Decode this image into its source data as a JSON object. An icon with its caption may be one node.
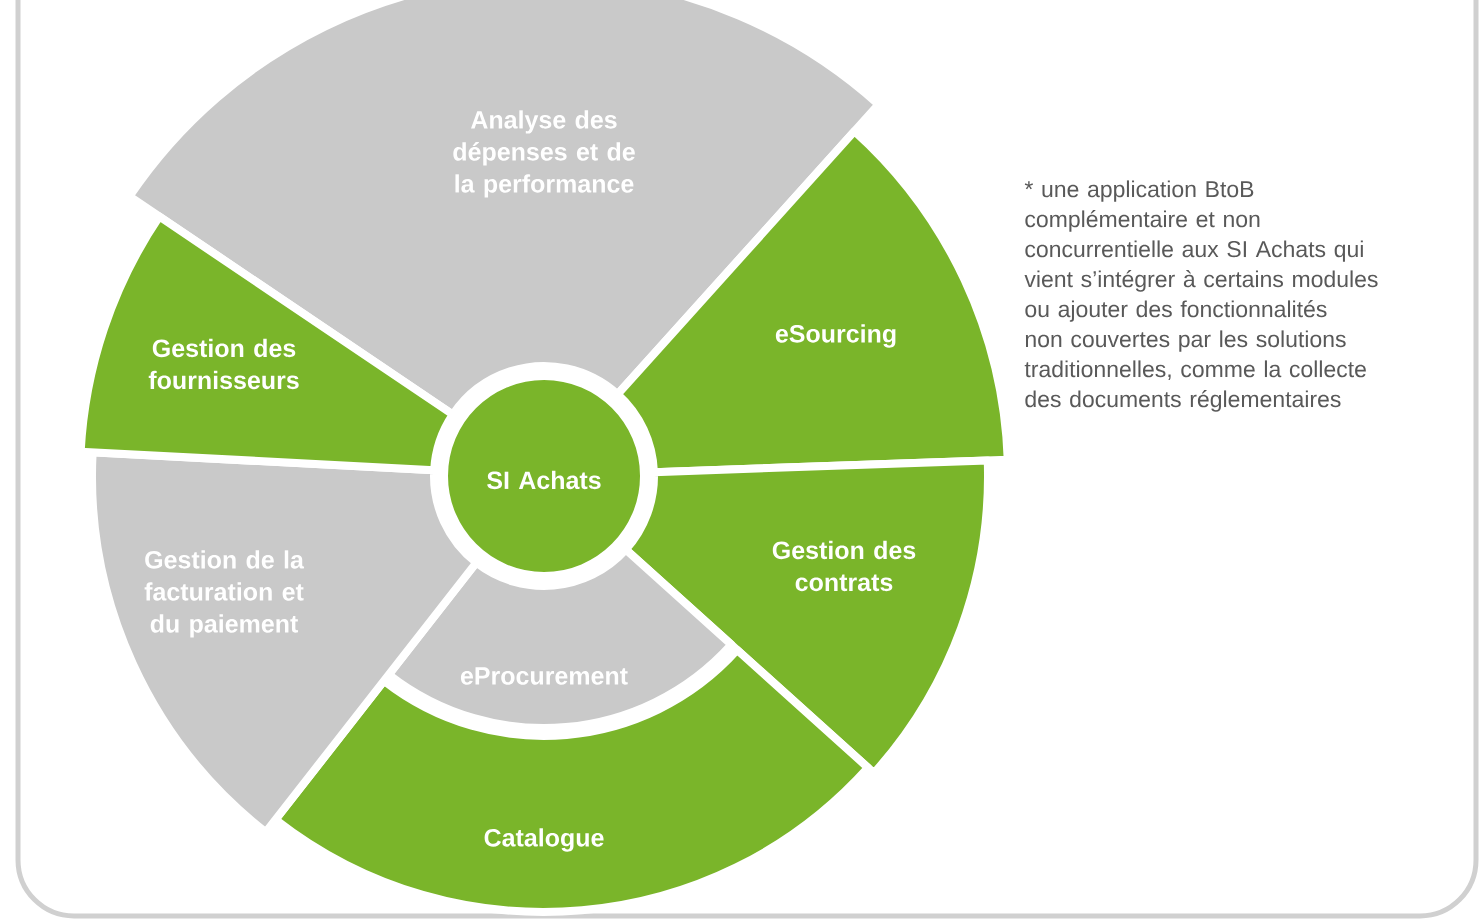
{
  "diagram": {
    "nodes": [
      {
        "text": [
          "SI Achats"
        ]
      },
      {
        "text": [
          "Analyse des dépenses et de la performance"
        ]
      },
      {
        "text": [
          "eSourcing"
        ]
      },
      {
        "text": [
          "Gestion des contrats"
        ]
      },
      {
        "text": [
          "eProcurement"
        ]
      },
      {
        "text": [
          "Catalogue"
        ]
      },
      {
        "text": [
          "Gestion de la facturation et du paiement"
        ]
      },
      {
        "text": [
          "Gestion des fournisseurs"
        ]
      }
    ],
    "edges": [],
    "labels": [
      "* une application BtoB complémentaire et non concurrentielle aux SI Achats qui vient s’intégrer à certains modules ou ajouter des fonctionnalités non couvertes par les solutions traditionnelles, comme la collecte des documents réglementaires"
    ]
  }
}
